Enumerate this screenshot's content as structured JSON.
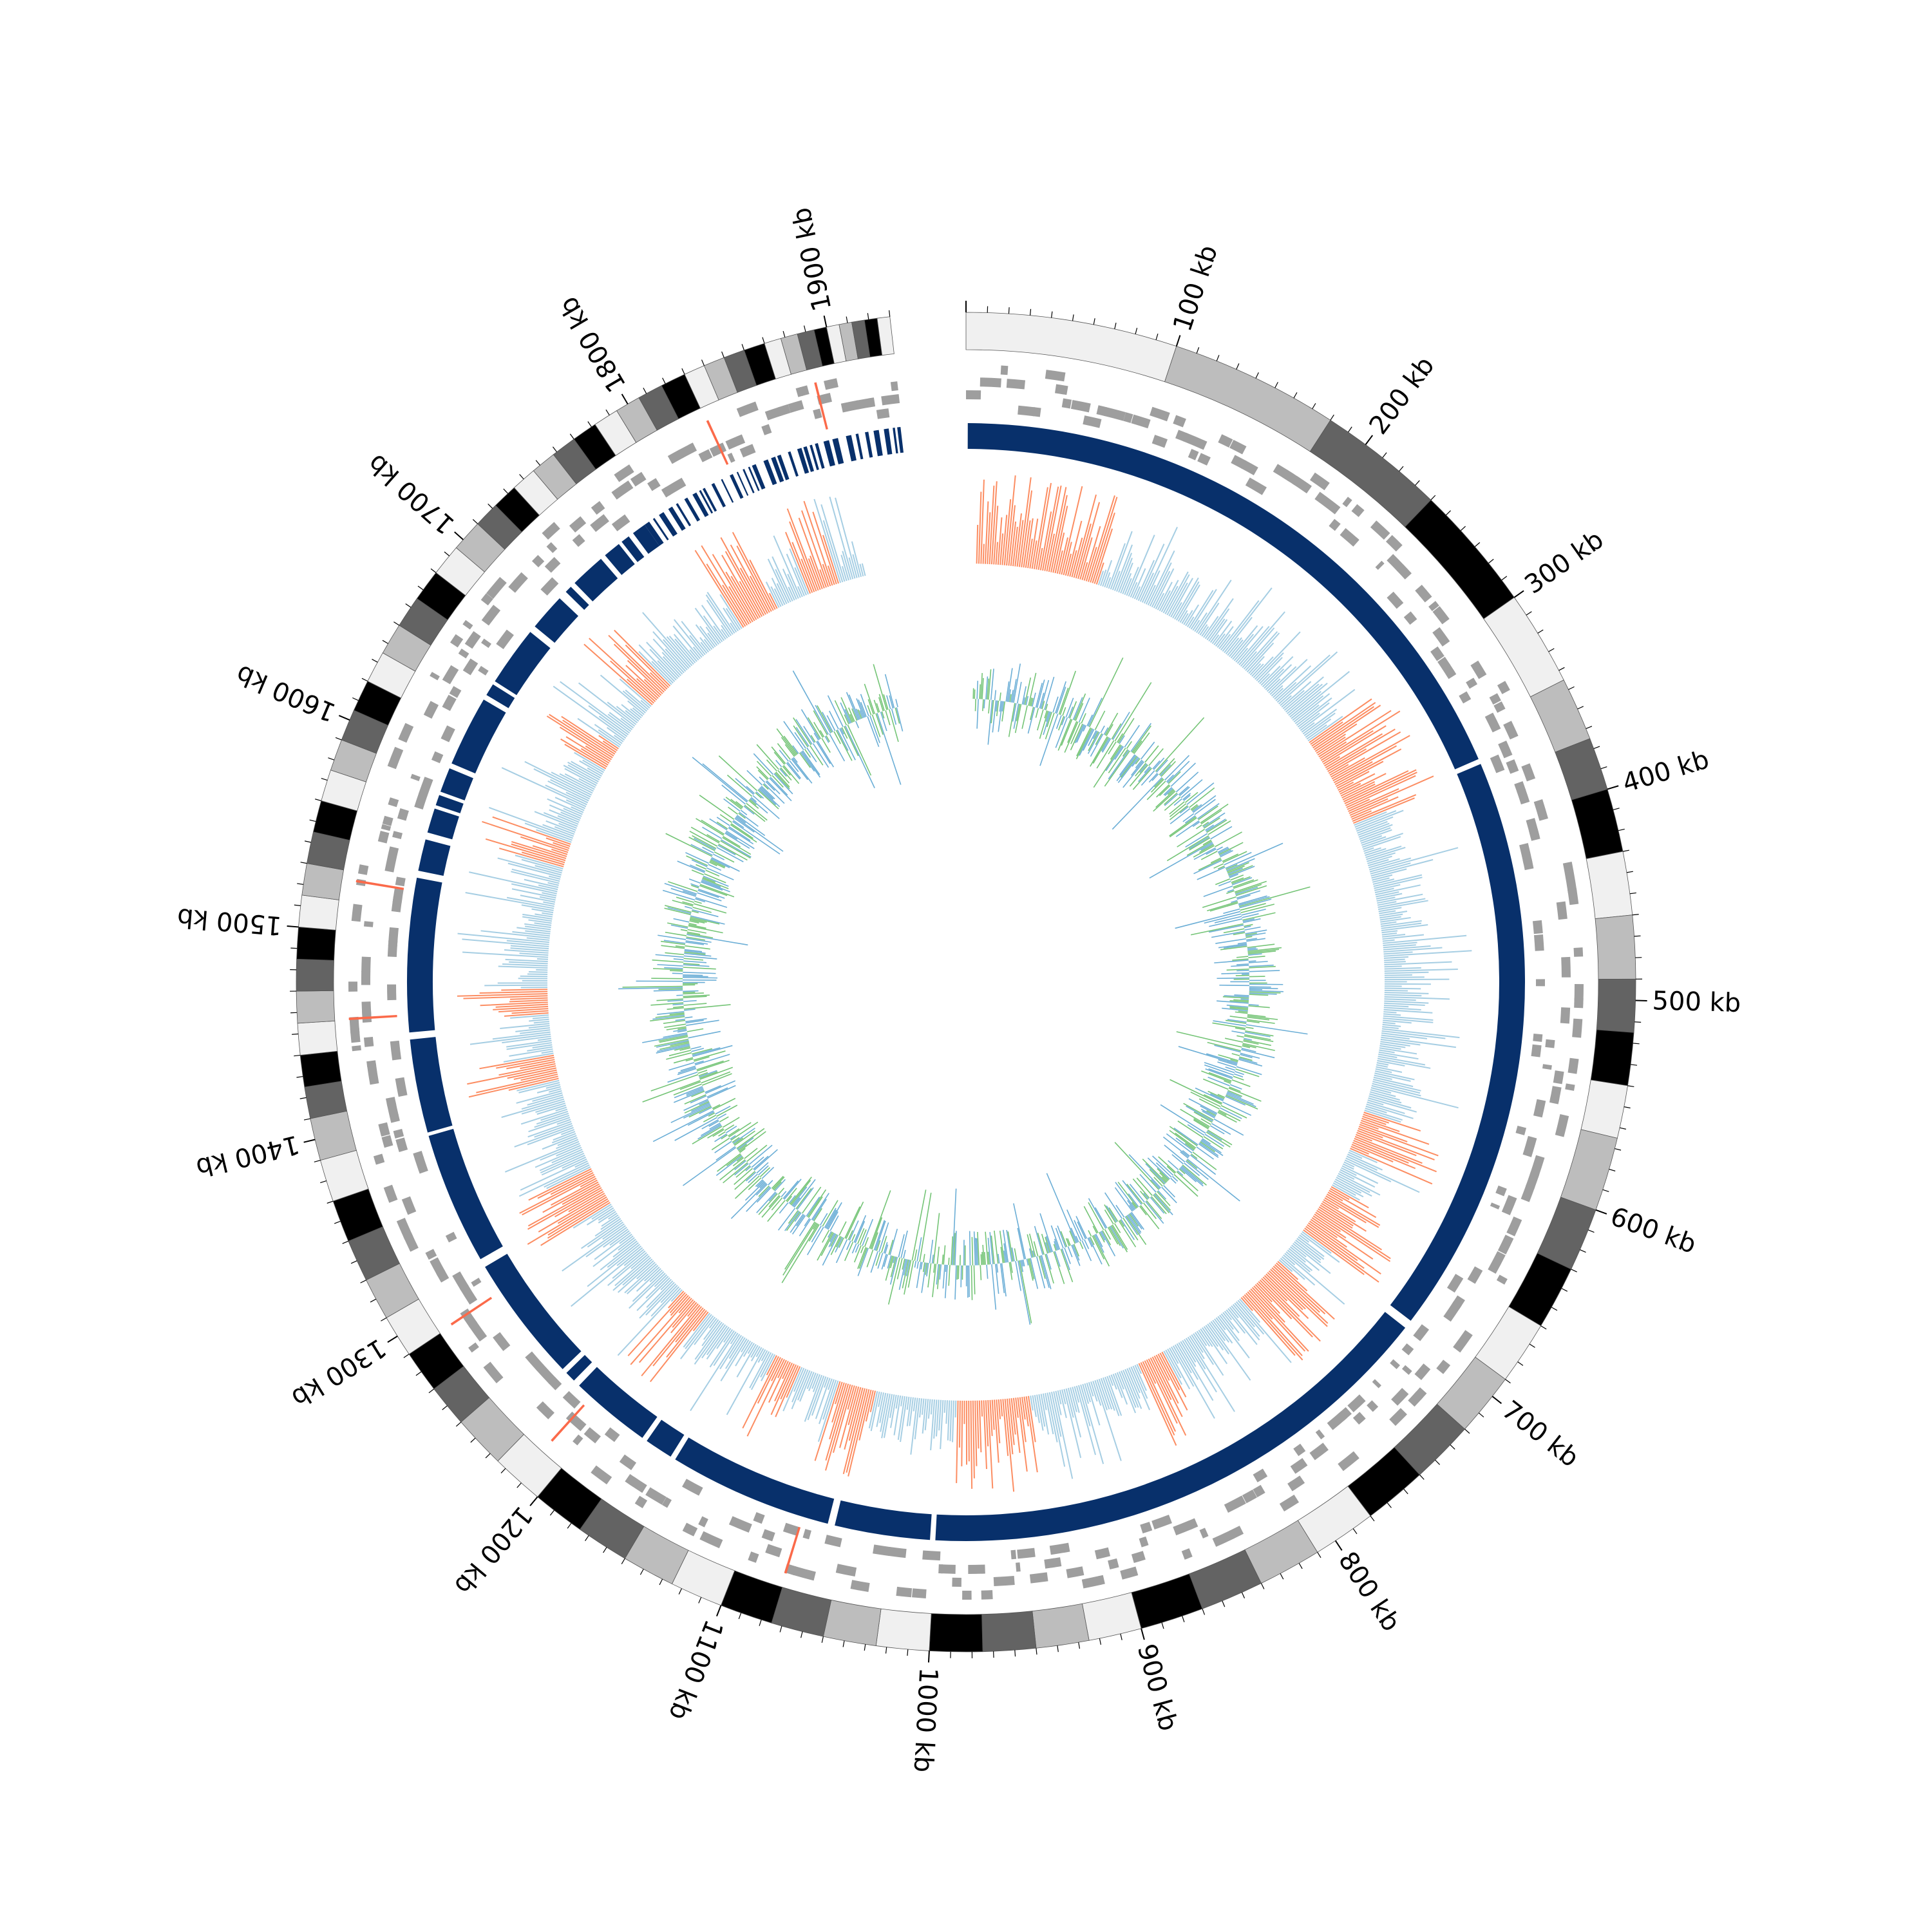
{
  "chart_data": {
    "type": "circular-genome",
    "title": "",
    "genome_length_kb": 1930,
    "gap_at_origin_kb": 35,
    "tick_labels": [
      {
        "pos": 100,
        "text": "100 kb"
      },
      {
        "pos": 200,
        "text": "200 kb"
      },
      {
        "pos": 300,
        "text": "300 kb"
      },
      {
        "pos": 400,
        "text": "400 kb"
      },
      {
        "pos": 500,
        "text": "500 kb"
      },
      {
        "pos": 600,
        "text": "600 kb"
      },
      {
        "pos": 700,
        "text": "700 kb"
      },
      {
        "pos": 800,
        "text": "800 kb"
      },
      {
        "pos": 900,
        "text": "900 kb"
      },
      {
        "pos": 1000,
        "text": "1000 kb"
      },
      {
        "pos": 1100,
        "text": "1100 kb"
      },
      {
        "pos": 1200,
        "text": "1200 kb"
      },
      {
        "pos": 1300,
        "text": "1300 kb"
      },
      {
        "pos": 1400,
        "text": "1400 kb"
      },
      {
        "pos": 1500,
        "text": "1500 kb"
      },
      {
        "pos": 1600,
        "text": "1600 kb"
      },
      {
        "pos": 1700,
        "text": "1700 kb"
      },
      {
        "pos": 1800,
        "text": "1800 kb"
      },
      {
        "pos": 1900,
        "text": "1900 kb"
      }
    ],
    "minor_tick_step_kb": 10,
    "contigs_ring": {
      "shades": [
        "#f0f0f0",
        "#bdbdbd",
        "#636363",
        "#000000"
      ],
      "segments_kb": [
        [
          0,
          100
        ],
        [
          100,
          180
        ],
        [
          180,
          240
        ],
        [
          240,
          300
        ],
        [
          300,
          345
        ],
        [
          345,
          375
        ],
        [
          375,
          400
        ],
        [
          400,
          430
        ],
        [
          430,
          460
        ],
        [
          460,
          490
        ],
        [
          490,
          515
        ],
        [
          515,
          540
        ],
        [
          540,
          565
        ],
        [
          565,
          600
        ],
        [
          600,
          630
        ],
        [
          630,
          660
        ],
        [
          660,
          690
        ],
        [
          690,
          720
        ],
        [
          720,
          750
        ],
        [
          750,
          780
        ],
        [
          780,
          810
        ],
        [
          810,
          840
        ],
        [
          840,
          870
        ],
        [
          870,
          900
        ],
        [
          900,
          925
        ],
        [
          925,
          950
        ],
        [
          950,
          975
        ],
        [
          975,
          1000
        ],
        [
          1000,
          1025
        ],
        [
          1025,
          1050
        ],
        [
          1050,
          1075
        ],
        [
          1075,
          1100
        ],
        [
          1100,
          1125
        ],
        [
          1125,
          1150
        ],
        [
          1150,
          1175
        ],
        [
          1175,
          1200
        ],
        [
          1200,
          1225
        ],
        [
          1225,
          1250
        ],
        [
          1250,
          1270
        ],
        [
          1270,
          1290
        ],
        [
          1290,
          1310
        ],
        [
          1310,
          1330
        ],
        [
          1330,
          1350
        ],
        [
          1350,
          1370
        ],
        [
          1370,
          1390
        ],
        [
          1390,
          1410
        ],
        [
          1410,
          1425
        ],
        [
          1425,
          1440
        ],
        [
          1440,
          1455
        ],
        [
          1455,
          1470
        ],
        [
          1470,
          1485
        ],
        [
          1485,
          1500
        ],
        [
          1500,
          1515
        ],
        [
          1515,
          1530
        ],
        [
          1530,
          1545
        ],
        [
          1545,
          1560
        ],
        [
          1560,
          1575
        ],
        [
          1575,
          1590
        ],
        [
          1590,
          1605
        ],
        [
          1605,
          1620
        ],
        [
          1620,
          1635
        ],
        [
          1635,
          1650
        ],
        [
          1650,
          1665
        ],
        [
          1665,
          1680
        ],
        [
          1680,
          1695
        ],
        [
          1695,
          1710
        ],
        [
          1710,
          1722
        ],
        [
          1722,
          1734
        ],
        [
          1734,
          1746
        ],
        [
          1746,
          1758
        ],
        [
          1758,
          1770
        ],
        [
          1770,
          1782
        ],
        [
          1782,
          1794
        ],
        [
          1794,
          1806
        ],
        [
          1806,
          1818
        ],
        [
          1818,
          1830
        ],
        [
          1830,
          1840
        ],
        [
          1840,
          1850
        ],
        [
          1850,
          1860
        ],
        [
          1860,
          1870
        ],
        [
          1870,
          1878
        ],
        [
          1878,
          1886
        ],
        [
          1886,
          1894
        ],
        [
          1894,
          1900
        ],
        [
          1900,
          1906
        ],
        [
          1906,
          1912
        ],
        [
          1912,
          1918
        ],
        [
          1918,
          1924
        ],
        [
          1924,
          1930
        ]
      ]
    },
    "annotation_ring": {
      "feature_color": "#9e9e9e",
      "highlight_color": "#fb6a4a",
      "highlight_positions_kb": [
        1290,
        1830,
        1888,
        1212,
        1075,
        1525,
        1455
      ]
    },
    "alignment_ring": {
      "color": "#08306b",
      "blocks_kb": [
        [
          1,
          363
        ],
        [
          366,
          695
        ],
        [
          700,
          1000
        ],
        [
          1003,
          1057
        ],
        [
          1061,
          1154
        ],
        [
          1157,
          1173
        ],
        [
          1176,
          1222
        ],
        [
          1226,
          1232
        ],
        [
          1235,
          1307
        ],
        [
          1312,
          1387
        ],
        [
          1389,
          1442
        ],
        [
          1446,
          1533
        ],
        [
          1537,
          1555
        ],
        [
          1559,
          1573
        ],
        [
          1575,
          1581
        ],
        [
          1583,
          1597
        ],
        [
          1600,
          1640
        ],
        [
          1643,
          1650
        ],
        [
          1652,
          1686
        ],
        [
          1690,
          1711
        ],
        [
          1716,
          1720
        ],
        [
          1723,
          1743
        ],
        [
          1746,
          1756
        ],
        [
          1758,
          1763
        ],
        [
          1766,
          1774
        ]
      ],
      "sparse_region_kb": [
        1774,
        1930
      ]
    },
    "skew_track": {
      "positive_color": "#a6cee3",
      "negative_color": "#fc8d62",
      "series": [
        {
          "name": "",
          "color": "#a6cee3"
        },
        {
          "name": "",
          "color": "#fc8d62"
        }
      ],
      "start_kb": 8,
      "end_kb": 1890
    },
    "gc_track": {
      "series": [
        {
          "name": "",
          "color": "#6baed6"
        },
        {
          "name": "",
          "color": "#74c476"
        }
      ],
      "start_kb": 8,
      "end_kb": 1890
    }
  }
}
